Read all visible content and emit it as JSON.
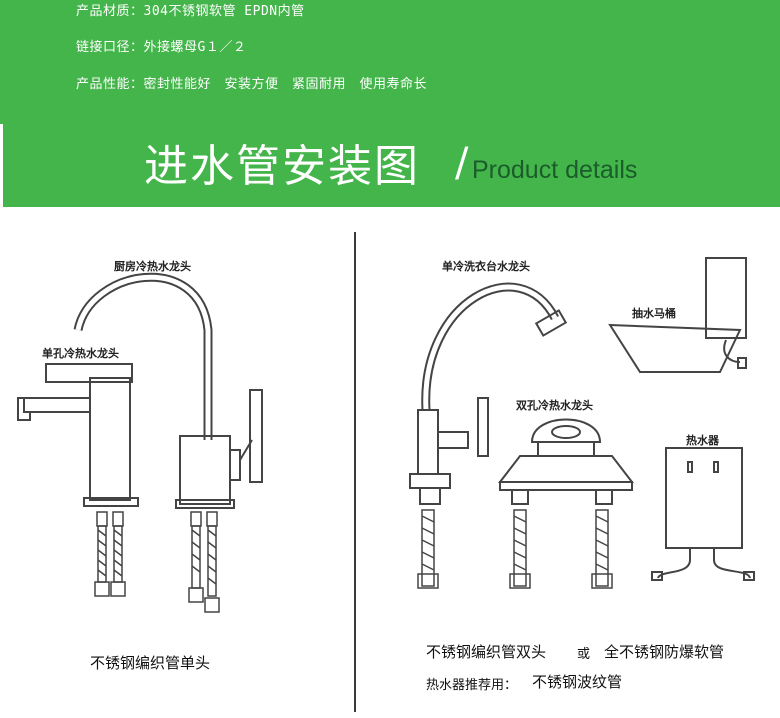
{
  "specs": {
    "material": "产品材质：304不锈钢软管 EPDN内管",
    "thread": "链接口径：外接螺母G１／２",
    "performance": "产品性能：密封性能好　安装方便　紧固耐用　使用寿命长"
  },
  "title": {
    "cn": "进水管安装图",
    "slash": "/",
    "en": "Product details"
  },
  "labels": {
    "kitchen_faucet": "厨房冷热水龙头",
    "single_hole_faucet": "单孔冷热水龙头",
    "basin_faucet": "单冷洗衣台水龙头",
    "toilet": "抽水马桶",
    "dual_hole_faucet": "双孔冷热水龙头",
    "water_heater": "热水器"
  },
  "captions": {
    "left": "不锈钢编织管单头",
    "right_a": "不锈钢编织管双头",
    "right_or": "或",
    "right_b": "全不锈钢防爆软管",
    "right_line2_prefix": "热水器推荐用：",
    "right_line2_value": "不锈钢波纹管"
  },
  "colors": {
    "header_green": "#44b54b",
    "title_en": "#1b5d2a"
  }
}
